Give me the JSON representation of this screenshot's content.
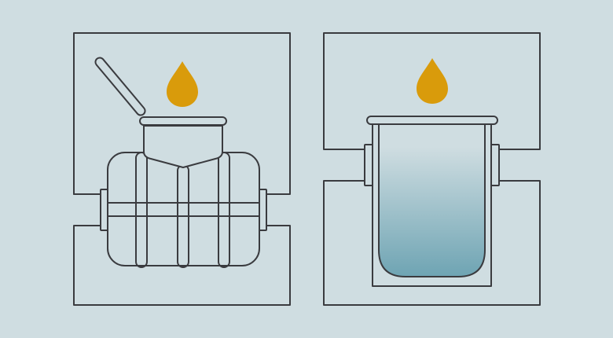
{
  "colors": {
    "background": "#cfdde1",
    "stroke": "#3a3b3f",
    "fill_light": "#cfdde1",
    "drop": "#d99b0b",
    "liquid_top": "#cfdde1",
    "liquid_bottom": "#6ea4b3"
  },
  "panels": [
    {
      "name": "panel-left-tank-with-lid",
      "icon": "oil-drop-icon",
      "contents": "horizontal-tank-with-open-hatch"
    },
    {
      "name": "panel-right-vessel-with-liquid",
      "icon": "oil-drop-icon",
      "contents": "vertical-vessel-filled-with-liquid"
    }
  ]
}
